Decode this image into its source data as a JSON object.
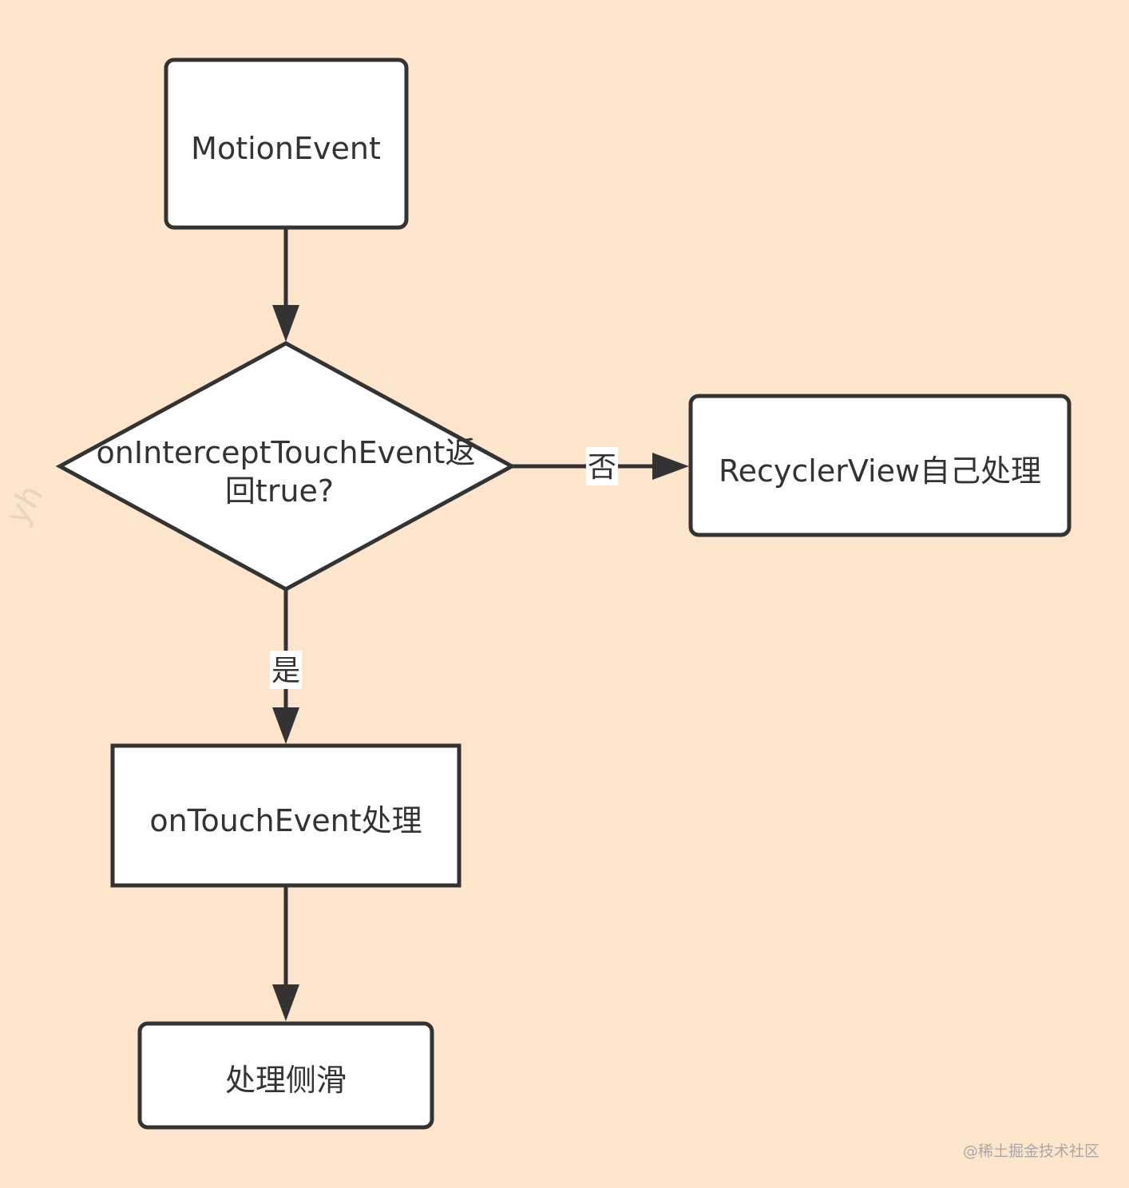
{
  "colors": {
    "background": "#fde5cc",
    "node_fill": "#ffffff",
    "stroke": "#333333",
    "watermark": "#a8a8a8"
  },
  "nodes": {
    "motion_event": {
      "label": "MotionEvent"
    },
    "decision": {
      "line1": "onInterceptTouchEvent返",
      "line2": "回true?"
    },
    "recycler_self": {
      "label": "RecyclerView自己处理"
    },
    "on_touch_event": {
      "label": "onTouchEvent处理"
    },
    "handle_swipe": {
      "label": "处理侧滑"
    }
  },
  "edges": {
    "no_label": "否",
    "yes_label": "是"
  },
  "watermark": {
    "text": "@稀土掘金技术社区",
    "side_mark": "yh"
  }
}
